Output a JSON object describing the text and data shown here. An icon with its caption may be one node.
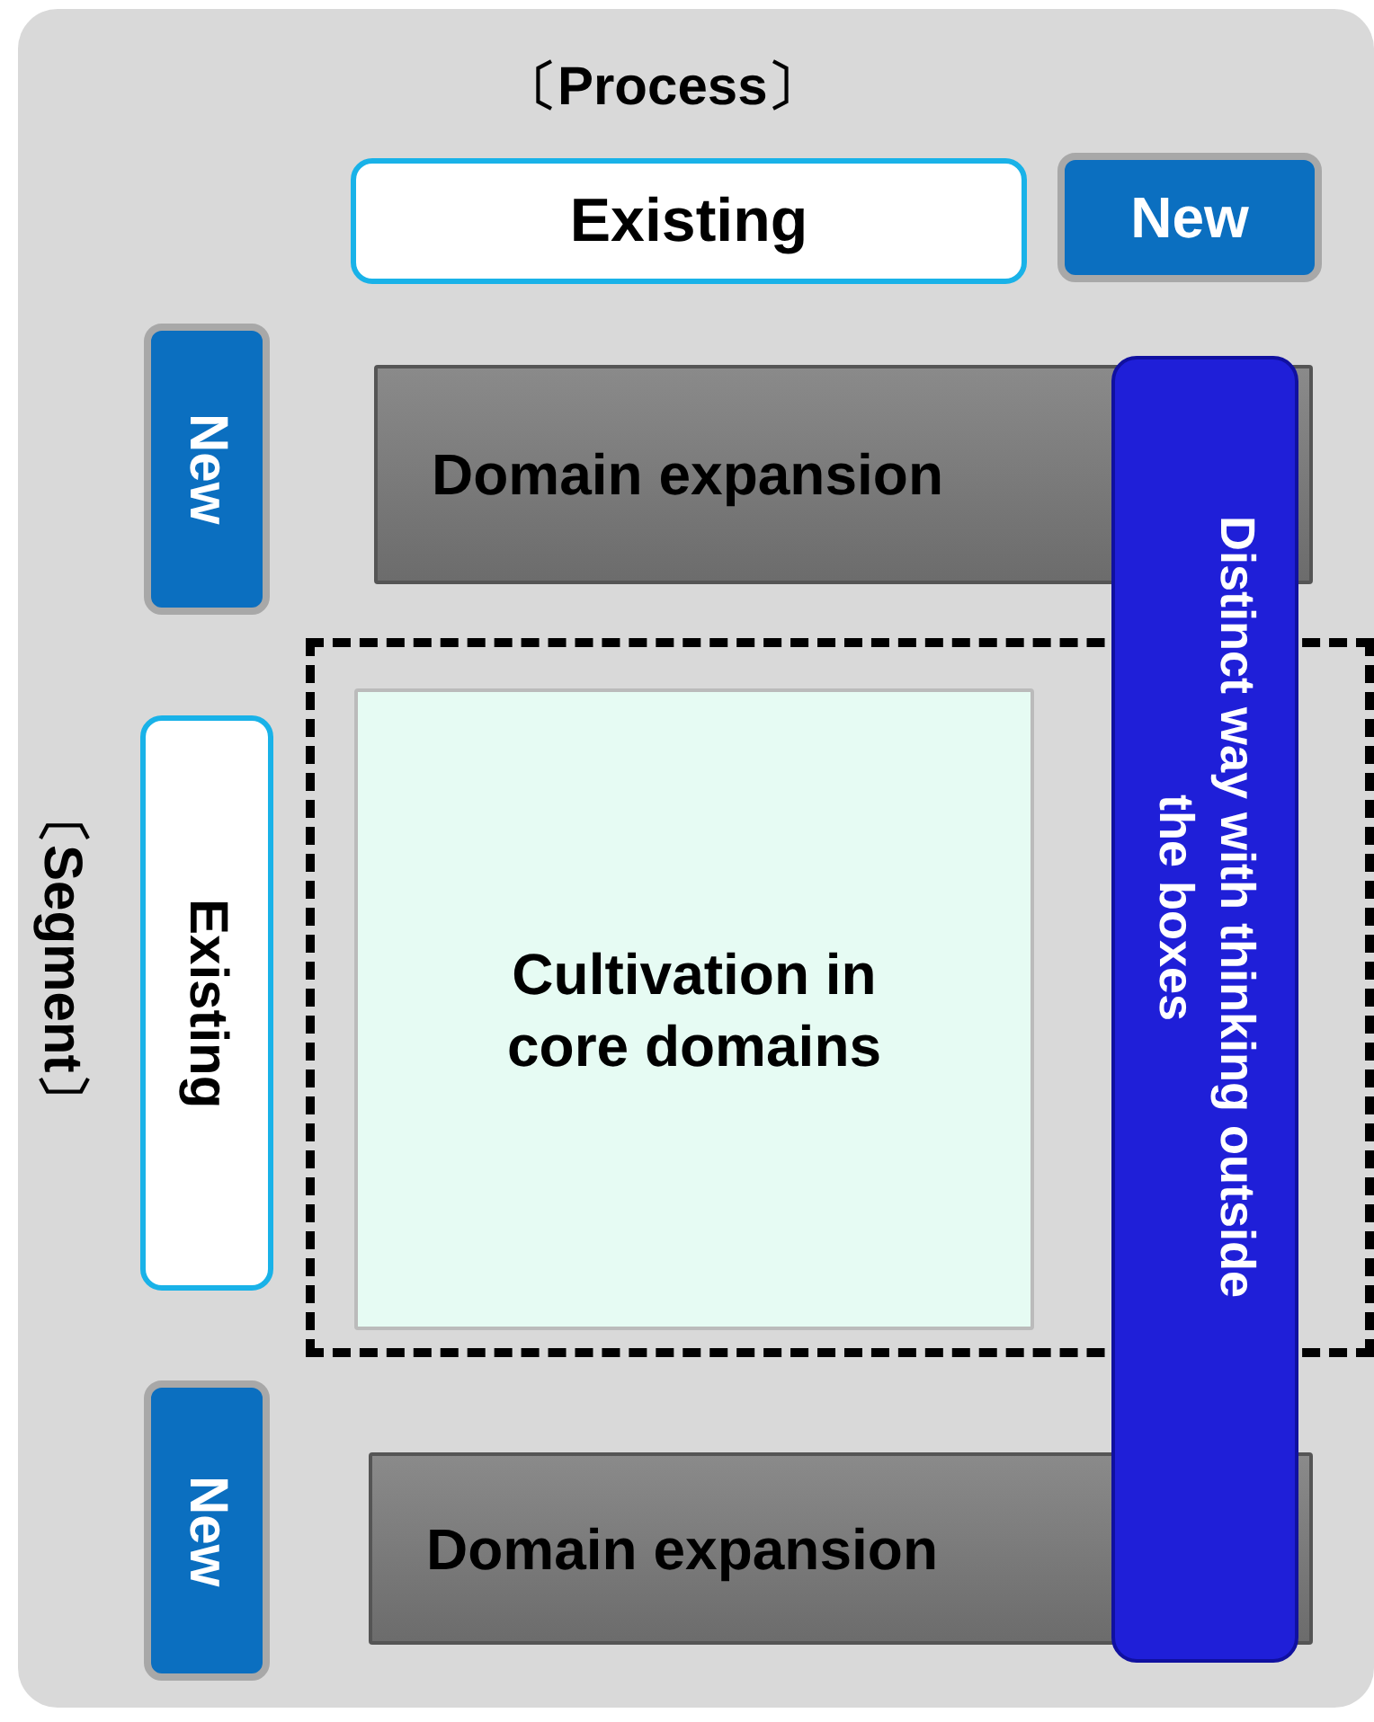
{
  "diagram": {
    "nodes": [
      {
        "text": [
          "Existing"
        ]
      },
      {
        "text": [
          "New"
        ]
      },
      {
        "text": [
          "New"
        ]
      },
      {
        "text": [
          "Domain expansion"
        ]
      },
      {
        "text": [
          "Distinct way with thinking outside the boxes"
        ]
      },
      {
        "text": [
          "Existing"
        ]
      },
      {
        "text": [],
        "shape": "box"
      },
      {
        "text": [
          "Cultivation in core domains"
        ],
        "in": 6
      },
      {
        "text": [
          "New"
        ]
      },
      {
        "text": [
          "Domain expansion"
        ]
      }
    ],
    "edges": [],
    "labels": [
      "〔Process〕",
      "〔Segment〕"
    ]
  }
}
